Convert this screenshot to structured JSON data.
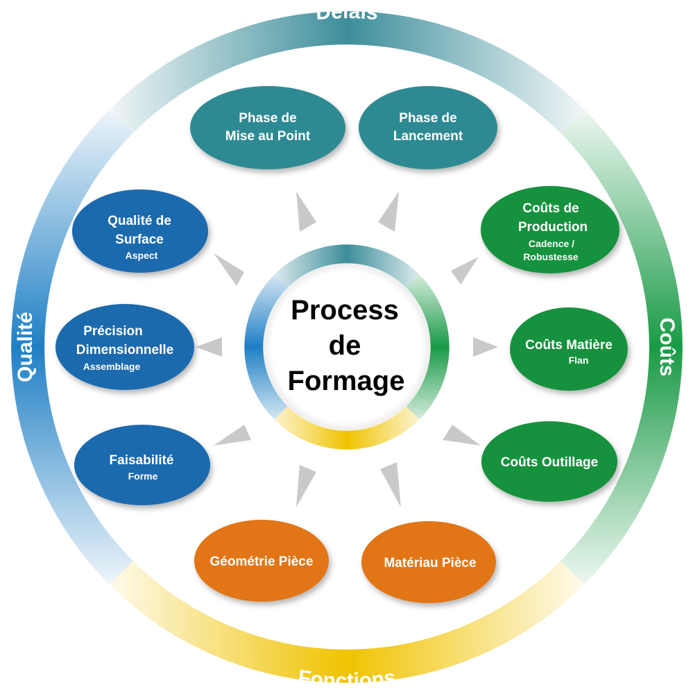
{
  "center": {
    "lines": [
      "Process",
      "de",
      "Formage"
    ]
  },
  "outer_ring": {
    "top": "Délais",
    "right": "Coûts",
    "bottom": "Fonctions",
    "left": "Qualité"
  },
  "colors": {
    "delais": "#3d8e9b",
    "couts": "#199a46",
    "fonctions": "#f0c300",
    "qualite": "#1f7fc4",
    "teal_node": "#2f8a92",
    "green_node": "#14913c",
    "blue_node": "#1a6aae",
    "orange_node": "#e27518",
    "arrow": "#c9c9c9"
  },
  "nodes": {
    "mise_au_point": {
      "lines": [
        "Phase de",
        "Mise au Point"
      ]
    },
    "lancement": {
      "lines": [
        "Phase de",
        "Lancement"
      ]
    },
    "couts_production": {
      "lines": [
        "Coûts de",
        "Production"
      ],
      "sub": [
        "Cadence /",
        "Robustesse"
      ]
    },
    "couts_matiere": {
      "lines": [
        "Coûts Matière"
      ],
      "sub": [
        "Flan"
      ]
    },
    "couts_outillage": {
      "lines": [
        "Coûts Outillage"
      ]
    },
    "materiau_piece": {
      "lines": [
        "Matériau Pièce"
      ]
    },
    "geometrie_piece": {
      "lines": [
        "Géométrie Pièce"
      ]
    },
    "faisabilite": {
      "lines": [
        "Faisabilité"
      ],
      "sub": [
        "Forme"
      ]
    },
    "precision": {
      "lines": [
        "Précision",
        "Dimensionnelle"
      ],
      "sub": [
        "Assemblage"
      ]
    },
    "qualite_surface": {
      "lines": [
        "Qualité de",
        "Surface"
      ],
      "sub": [
        "Aspect"
      ]
    }
  }
}
